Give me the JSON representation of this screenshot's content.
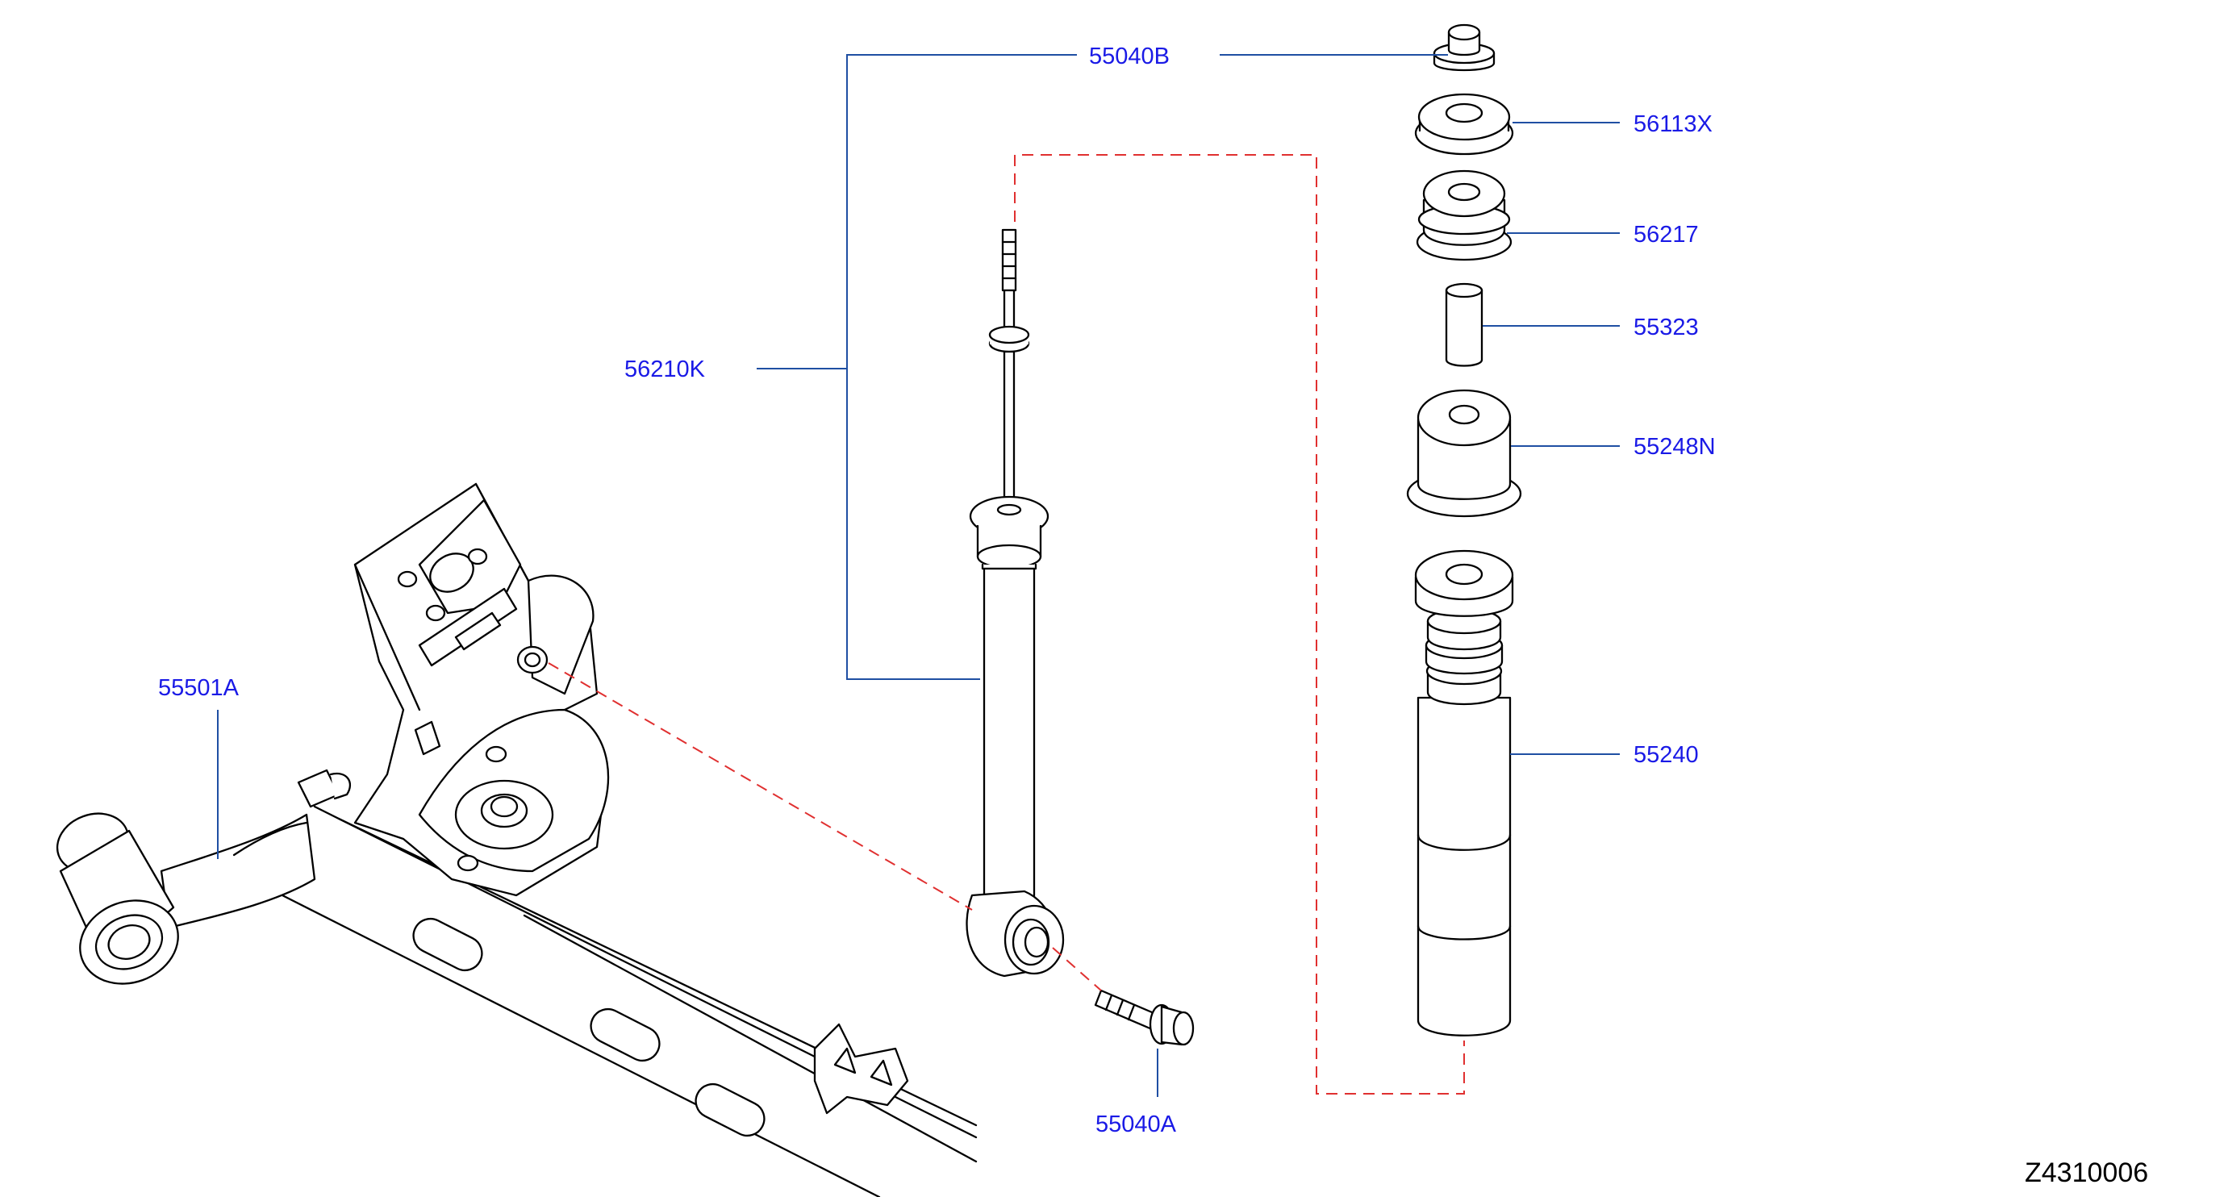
{
  "colors": {
    "label": "#1a1ae6",
    "leader": "#1f4fa3",
    "dashed_reference": "#e03030",
    "outline": "#000000"
  },
  "parts": {
    "p55040B": "55040B",
    "p56113X": "56113X",
    "p56217": "56217",
    "p55323": "55323",
    "p55248N": "55248N",
    "p55240": "55240",
    "p56210K": "56210K",
    "p55501A": "55501A",
    "p55040A": "55040A"
  },
  "diagram_code": "Z4310006"
}
